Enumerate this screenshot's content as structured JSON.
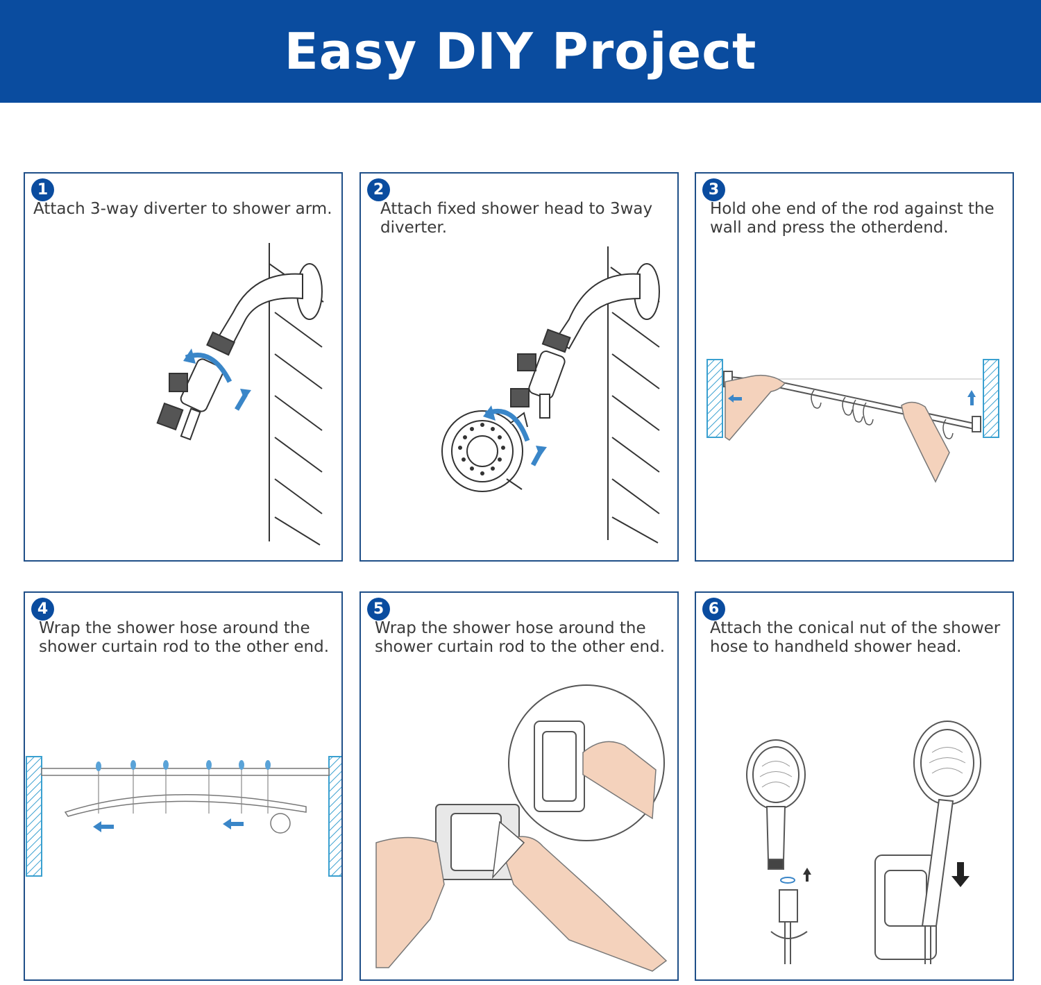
{
  "header": {
    "title": "Easy DIY Project"
  },
  "colors": {
    "brand_blue": "#0a4c9f",
    "arrow_blue": "#3a86c8",
    "frame": "#1f4f88",
    "skin": "#f4d2bc"
  },
  "steps": [
    {
      "number": "1",
      "caption": "Attach 3-way diverter to shower arm."
    },
    {
      "number": "2",
      "caption": "Attach fixed shower head to 3way diverter."
    },
    {
      "number": "3",
      "caption": "Hold ohe end of the rod against the wall and press the otherdend."
    },
    {
      "number": "4",
      "caption": "Wrap the shower hose around the shower curtain rod to the other end."
    },
    {
      "number": "5",
      "caption": "Wrap the shower hose around the shower curtain rod to the other end."
    },
    {
      "number": "6",
      "caption": "Attach the conical nut of the shower hose to handheld shower head."
    }
  ]
}
